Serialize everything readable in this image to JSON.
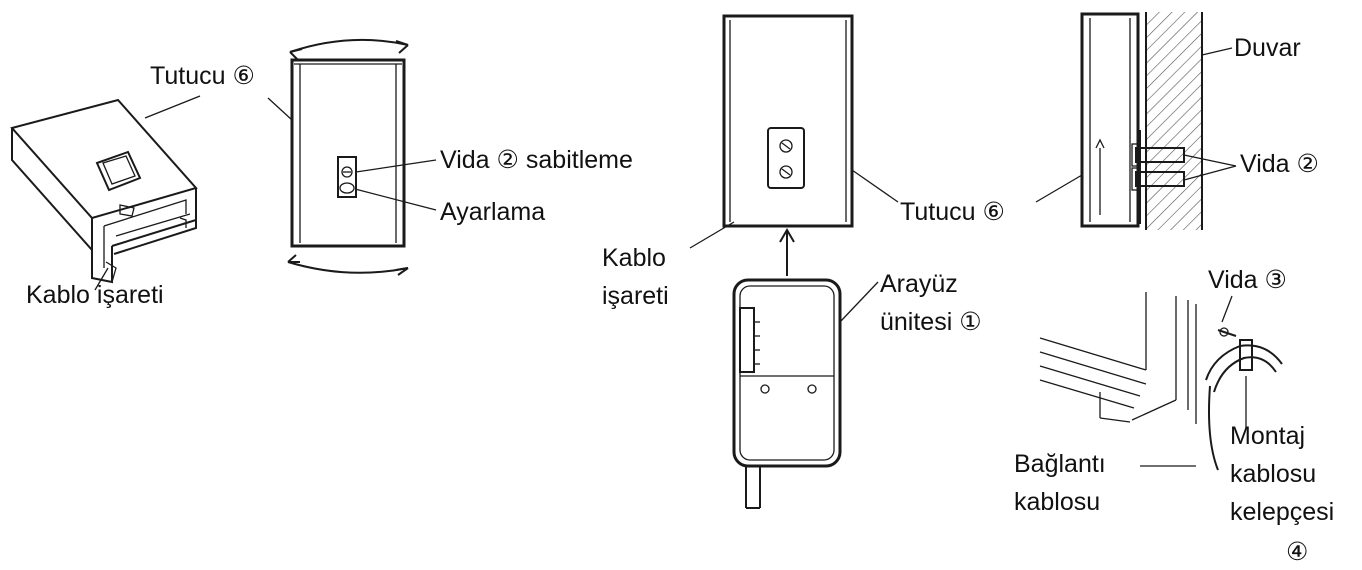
{
  "labels": {
    "tutucu_left": "Tutucu ⑥",
    "kablo_isareti_left": "Kablo işareti",
    "vida2_sabitleme": "Vida ② sabitleme",
    "ayarlama": "Ayarlama",
    "kablo": "Kablo",
    "isareti": "işareti",
    "tutucu_mid": "Tutucu ⑥",
    "arayuz": "Arayüz",
    "unitesi": "ünitesi ①",
    "duvar": "Duvar",
    "vida2_right": "Vida ②",
    "vida3": "Vida ③",
    "baglanti": "Bağlantı",
    "kablosu": "kablosu",
    "montaj": "Montaj",
    "kablosu2": "kablosu",
    "kelepcesi": "kelepçesi",
    "num4": "④"
  }
}
